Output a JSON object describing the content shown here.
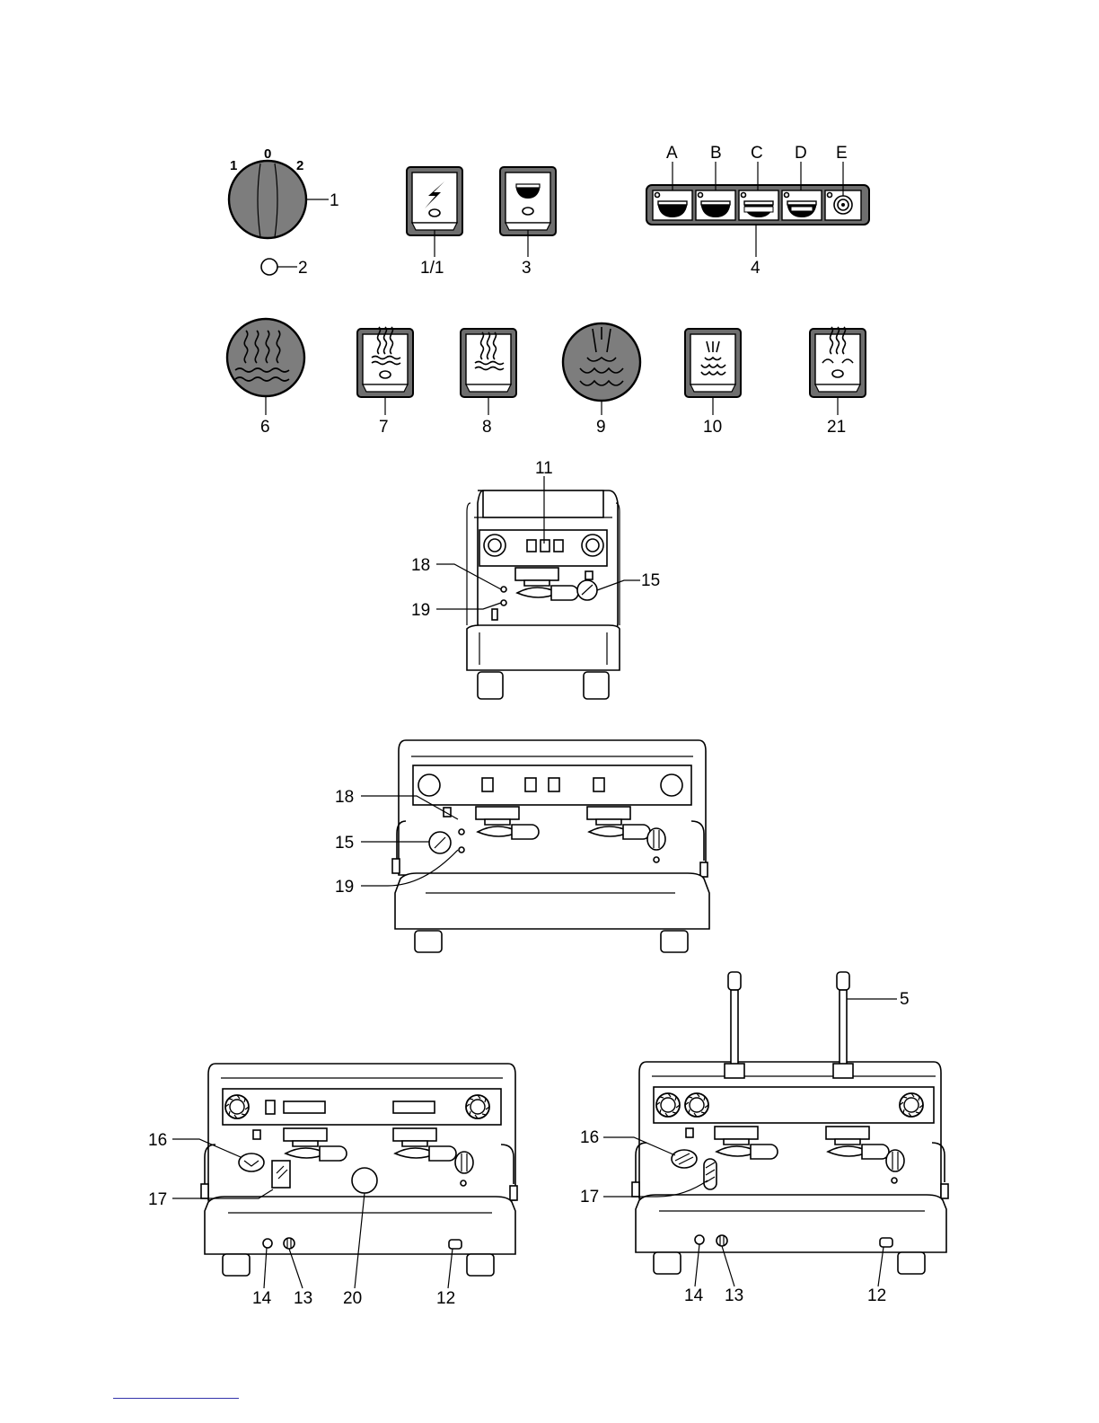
{
  "selector": {
    "pos_left": "1",
    "pos_center": "0",
    "pos_right": "2"
  },
  "callouts": {
    "c1": "1",
    "c2": "2",
    "c1_1": "1/1",
    "c3": "3",
    "c4": "4",
    "A": "A",
    "B": "B",
    "C": "C",
    "D": "D",
    "E": "E",
    "c6": "6",
    "c7": "7",
    "c8": "8",
    "c9": "9",
    "c10": "10",
    "c21": "21",
    "c11": "11",
    "c15": "15",
    "c18": "18",
    "c19": "19",
    "c5": "5",
    "c16": "16",
    "c17": "17",
    "c14": "14",
    "c13": "13",
    "c20": "20",
    "c12": "12"
  },
  "icons": {
    "selector_knob": "rotary-selector-icon",
    "indicator_light": "indicator-light-icon",
    "power_switch": "lightning-switch-icon",
    "cup_switch": "cup-switch-icon",
    "dosing_keypad": "cup-keypad-icon",
    "hot_water_button": "hot-water-icon",
    "hot_water_switch": "hot-water-switch-icon",
    "hot_water_switch_plain": "hot-water-switch-plain-icon",
    "steam_button": "steam-icon",
    "steam_switch": "steam-switch-icon",
    "hot_water_switch_2": "hot-water-switch-alt-icon",
    "machine_1_group": "espresso-machine-1-group",
    "machine_2_group": "espresso-machine-2-group",
    "machine_2_group_panel": "espresso-machine-2-group-panel",
    "machine_2_group_lever": "espresso-machine-2-group-lever"
  },
  "colors": {
    "knob_grey": "#7d7d7d",
    "switch_grey": "#6e6e6e",
    "line": "#000000"
  }
}
